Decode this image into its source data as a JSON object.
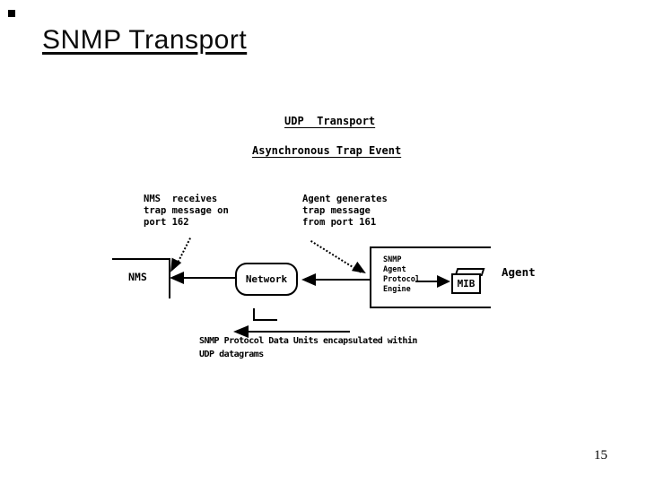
{
  "slide": {
    "title": "SNMP Transport",
    "page_number": "15",
    "background": "#ffffff",
    "ink": "#000000"
  },
  "diagram": {
    "heading_primary": "UDP  Transport",
    "heading_secondary": "Asynchronous Trap Event",
    "notes": {
      "nms": "NMS  receives\ntrap message on\nport 162",
      "agent": "Agent generates\ntrap message\nfrom port 161"
    },
    "nodes": {
      "nms": "NMS",
      "network": "Network",
      "engine": "SNMP\nAgent\nProtocol\nEngine",
      "mib": "MIB",
      "agent": "Agent"
    },
    "caption": {
      "line1": "SNMP Protocol Data Units encapsulated within",
      "line2": "UDP datagrams"
    },
    "icons": {
      "arrowheads": "solid-black-triangle",
      "trap_pointers": "dotted-line-arrow"
    }
  }
}
